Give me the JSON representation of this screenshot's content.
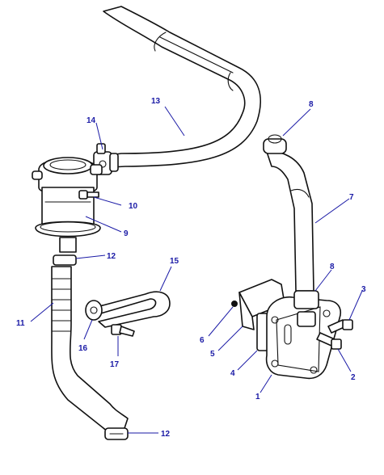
{
  "diagram": {
    "callouts": {
      "c1": "1",
      "c2": "2",
      "c3": "3",
      "c4": "4",
      "c5": "5",
      "c6": "6",
      "c7": "7",
      "c8a": "8",
      "c8b": "8",
      "c9": "9",
      "c10": "10",
      "c11": "11",
      "c12a": "12",
      "c12b": "12",
      "c13": "13",
      "c14": "14",
      "c15": "15",
      "c16": "16",
      "c17": "17"
    },
    "colors": {
      "line": "#111111",
      "callout": "#1a1aa6",
      "background": "#ffffff"
    }
  }
}
